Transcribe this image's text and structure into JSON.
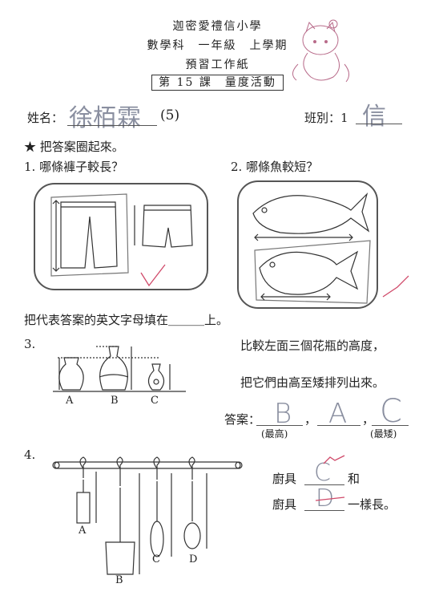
{
  "header": {
    "school": "迦密愛禮信小學",
    "subject_line": "數學科　一年級　上學期",
    "worksheet": "預習工作紙",
    "lesson": "第 15 課　量度活動"
  },
  "student": {
    "name_label": "姓名：",
    "name_value": "徐栢霖",
    "class_no": "(5)",
    "class_label": "班別：1",
    "class_value": "信"
  },
  "instructions": {
    "circle": "★ 把答案圈起來。",
    "fill": "把代表答案的英文字母填在＿＿＿上。"
  },
  "q1": {
    "label": "1.  哪條褲子較長？"
  },
  "q2": {
    "label": "2.  哪條魚較短？"
  },
  "q3": {
    "number": "3.",
    "line1": "比較左面三個花瓶的高度，",
    "line2": "把它們由高至矮排列出來。",
    "answer_label": "答案：",
    "answers": [
      "B",
      "A",
      "C"
    ],
    "sep": "，",
    "tallest": "(最高)",
    "shortest": "(最矮)",
    "vase_labels": [
      "A",
      "B",
      "C"
    ]
  },
  "q4": {
    "number": "4.",
    "row1_prefix": "廚具",
    "row1_answer": "C",
    "row1_suffix": "和",
    "row2_prefix": "廚具",
    "row2_answer": "D",
    "row2_suffix": "一樣長。",
    "utensil_labels": [
      "A",
      "B",
      "C",
      "D"
    ]
  },
  "colors": {
    "ink": "#222222",
    "pencil": "#8a8fa0",
    "mark": "#d04a6a"
  }
}
